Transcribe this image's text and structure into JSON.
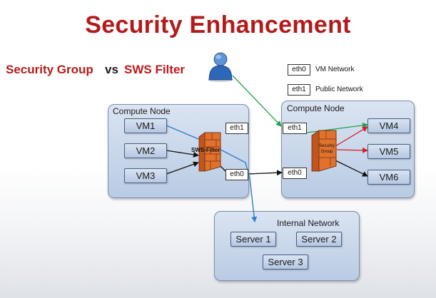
{
  "title": "Security Enhancement",
  "subtitle": {
    "security_group": "Security Group",
    "vs": "vs",
    "sws_filter": "SWS Filter"
  },
  "legend": [
    {
      "tag": "eth0",
      "label": "VM Network"
    },
    {
      "tag": "eth1",
      "label": "Public Network"
    }
  ],
  "left_node": {
    "title": "Compute Node",
    "vms": [
      "VM1",
      "VM2",
      "VM3"
    ],
    "eth1": "eth1",
    "eth0": "eth0",
    "filter_label": "SWS-Filter"
  },
  "right_node": {
    "title": "Compute Node",
    "vms": [
      "VM4",
      "VM5",
      "VM6"
    ],
    "eth1": "eth1",
    "eth0": "eth0",
    "filter_label_1": "Security",
    "filter_label_2": "Group"
  },
  "internal_network": {
    "title": "Internal Network",
    "servers": [
      "Server 1",
      "Server 2",
      "Server 3"
    ]
  },
  "colors": {
    "title_red": "#b31b1b",
    "green_link": "#19a34a",
    "red_link": "#d42020",
    "blue_link": "#2f7fd0",
    "black_link": "#111111"
  },
  "icons": [
    "user-icon",
    "firewall-icon"
  ]
}
